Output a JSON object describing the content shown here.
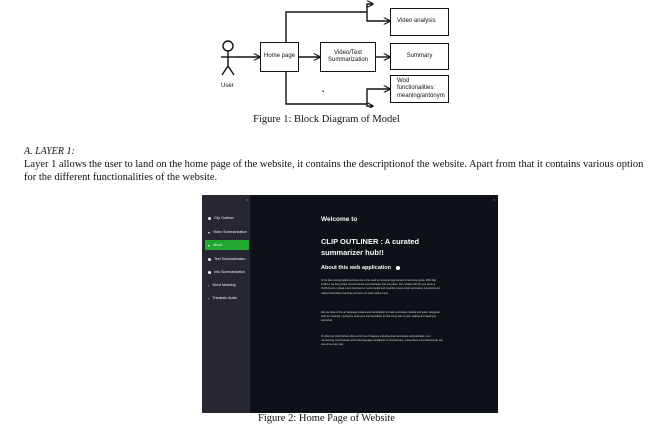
{
  "diagram": {
    "user_label": "User",
    "home_page": "Home page",
    "video_text_summarization": "Video/Text Summarization",
    "video_analysis": "Video analysis",
    "summary": "Summary",
    "word_functionalities": "Wod functionalities: meaning/antonym",
    "dot": "."
  },
  "figure1_caption": "Figure 1: Block Diagram of Model",
  "section": {
    "heading": "A.   LAYER 1:",
    "paragraph": "Layer 1 allows the user to land on the home page of the website, it contains the descriptionof the website. Apart from that it contains various option for the different functionalities of the website."
  },
  "screenshot": {
    "sidebar": {
      "close": "×",
      "items": [
        {
          "label": "Clip Outliner",
          "marker": "dot"
        },
        {
          "label": "Video Summarization",
          "marker": "chevron-down"
        },
        {
          "label": "About",
          "marker": "chevron-down"
        },
        {
          "label": "Text Summarization",
          "marker": "dot"
        },
        {
          "label": "Info Summarization",
          "marker": "dot"
        },
        {
          "label": "Word Meaning",
          "marker": "chevron-right"
        },
        {
          "label": "Translate Audio",
          "marker": "chevron-right"
        }
      ]
    },
    "main": {
      "close": "×",
      "welcome": "Welcome to",
      "title": "CLIP OUTLINER : A curated summarizer hub!!",
      "about_heading": "About this web application",
      "paragraphs": [
        "In the fast-moving digital world we live in the need to consume long content in less time grows. With Clip Outliner, we bring video, text and audio summarization into one place. Our curated hub lets you paste a YouTube link, upload a text document or record audio and instantly receive short summaries, keywords and related information that help you focus on what matters most.",
        "We use state of the art language models and transcription to make summaries reliable and quick, alongside tools for meaning, synonyms, antonyms and translation so that every part of your reading and viewing is supported.",
        "On this hub, Clip Outliner offers a rich set of features including video and audio summarization, text condensing, word lookups and multi-language translations so that learners, researchers and professionals can save time every day."
      ]
    }
  },
  "figure2_caption": "Figure 2: Home Page of Website",
  "colors": {
    "sidebar_bg": "#262730",
    "main_bg": "#0e1117",
    "active_item": "#21a82e"
  }
}
